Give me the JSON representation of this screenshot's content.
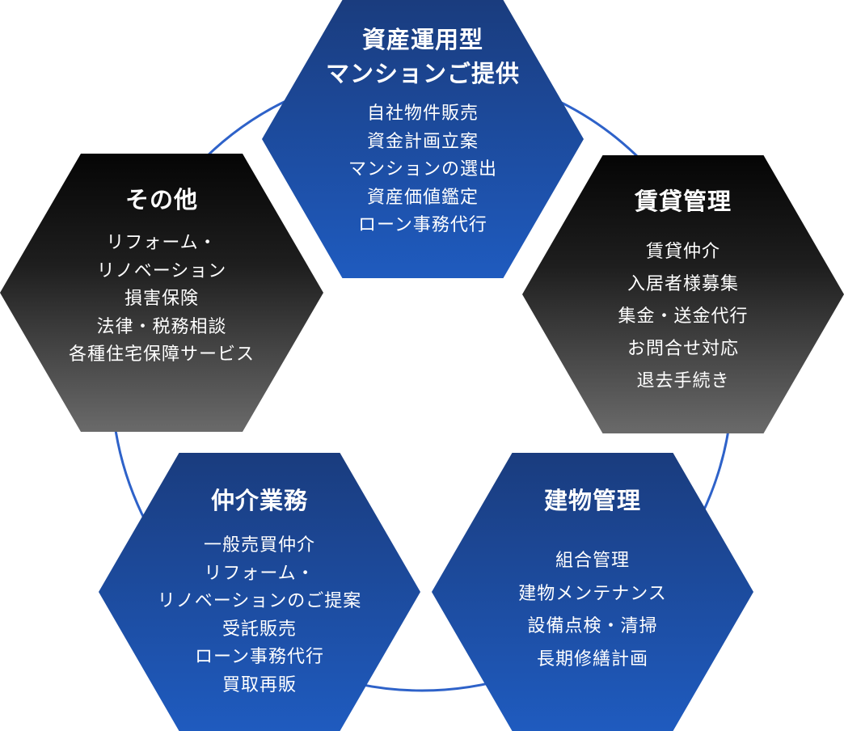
{
  "services": {
    "asset": {
      "title": [
        "資産運用型",
        "マンションご提供"
      ],
      "items": [
        "自社物件販売",
        "資金計画立案",
        "マンションの選出",
        "資産価値鑑定",
        "ローン事務代行"
      ]
    },
    "rental": {
      "title": [
        "賃貸管理"
      ],
      "items": [
        "賃貸仲介",
        "入居者様募集",
        "集金・送金代行",
        "お問合せ対応",
        "退去手続き"
      ]
    },
    "building": {
      "title": [
        "建物管理"
      ],
      "items": [
        "組合管理",
        "建物メンテナンス",
        "設備点検・清掃",
        "長期修繕計画"
      ]
    },
    "brokerage": {
      "title": [
        "仲介業務"
      ],
      "items": [
        "一般売買仲介",
        "リフォーム・",
        "リノベーションのご提案",
        "受託販売",
        "ローン事務代行",
        "買取再販"
      ]
    },
    "other": {
      "title": [
        "その他"
      ],
      "items": [
        "リフォーム・",
        "リノベーション",
        "損害保険",
        "法律・税務相談",
        "各種住宅保障サービス"
      ]
    }
  },
  "colors": {
    "blue_top": "#1a3c7e",
    "blue_bottom": "#1f5bbf",
    "dark_top": "#050505",
    "dark_bottom": "#6a6a6a",
    "ring": "#2e62c9"
  }
}
